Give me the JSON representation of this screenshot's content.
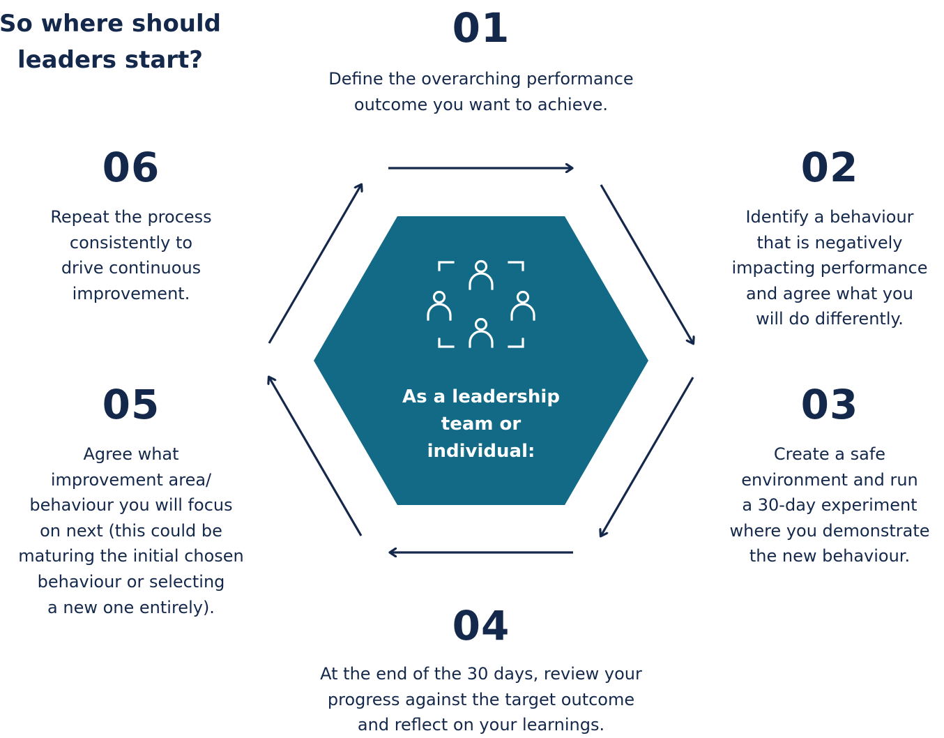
{
  "heading": "So where should\nleaders start?",
  "center": {
    "label": "As a leadership\nteam or\nindividual:",
    "icon": "team-group-icon",
    "color": "#126a86"
  },
  "colors": {
    "text": "#14284b",
    "arrow": "#14284b",
    "hexagon": "#126a86"
  },
  "steps": [
    {
      "number": "01",
      "text": "Define the overarching performance\noutcome you want to achieve."
    },
    {
      "number": "02",
      "text": "Identify a behaviour\nthat is negatively\nimpacting performance\nand agree what you\nwill do differently."
    },
    {
      "number": "03",
      "text": "Create a safe\nenvironment and run\na 30-day experiment\nwhere you demonstrate\nthe new behaviour."
    },
    {
      "number": "04",
      "text": "At the end of the 30 days, review your\nprogress against the target outcome\nand reflect on your learnings."
    },
    {
      "number": "05",
      "text": "Agree what\nimprovement area/\nbehaviour you will focus\non next (this could be\nmaturing the initial chosen\nbehaviour or selecting\na new one entirely)."
    },
    {
      "number": "06",
      "text": "Repeat the process\nconsistently to\ndrive continuous\nimprovement."
    }
  ]
}
